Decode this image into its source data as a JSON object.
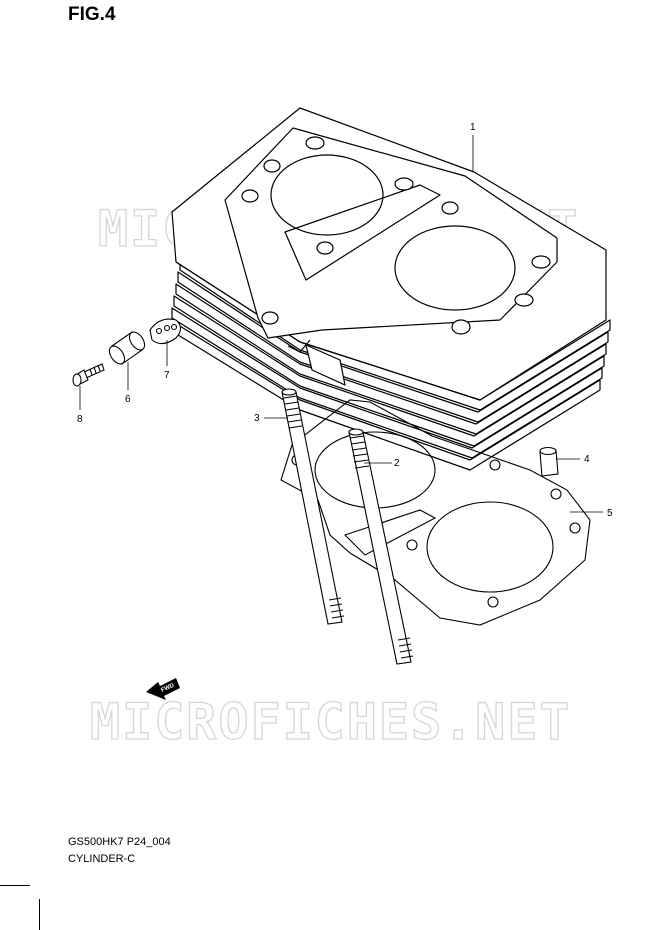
{
  "figure": {
    "title": "FIG.4"
  },
  "watermark": {
    "text": "MICROFICHES.NET"
  },
  "parts": [
    {
      "ref": "1"
    },
    {
      "ref": "2"
    },
    {
      "ref": "3"
    },
    {
      "ref": "4"
    },
    {
      "ref": "5"
    },
    {
      "ref": "6"
    },
    {
      "ref": "7"
    },
    {
      "ref": "8"
    }
  ],
  "fwd_arrow": {
    "label": "FWD"
  },
  "caption": {
    "code": "GS500HK7 P24_004",
    "subtitle": "CYLINDER-C"
  }
}
